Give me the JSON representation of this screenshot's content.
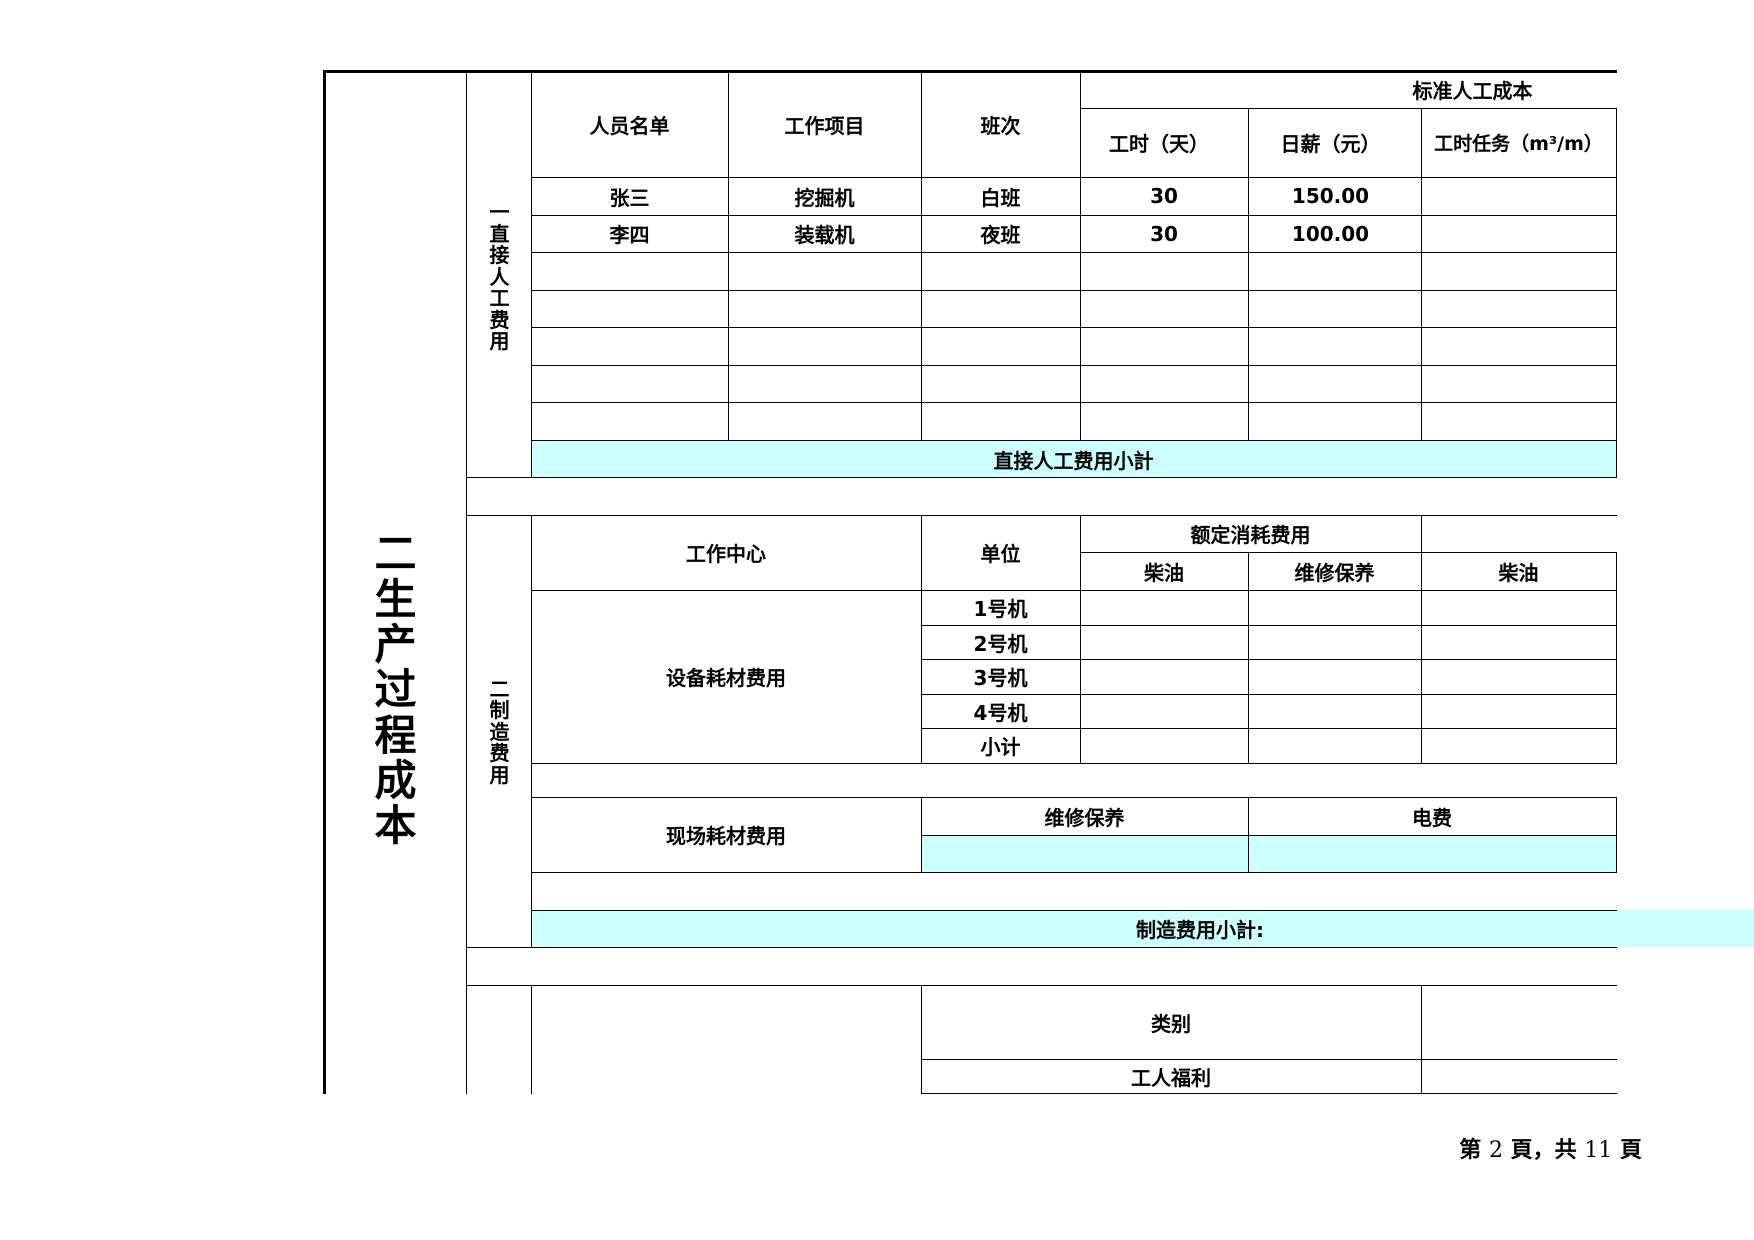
{
  "section": {
    "title_chars": [
      "二",
      "生",
      "产",
      "过",
      "程",
      "成",
      "本"
    ]
  },
  "labor": {
    "label_chars": [
      "一",
      "直",
      "接",
      "人",
      "工",
      "费",
      "用"
    ],
    "group_header": "标准人工成本",
    "headers": {
      "name": "人员名单",
      "project": "工作项目",
      "shift": "班次",
      "hours": "工时（天）",
      "wage": "日薪（元）",
      "task": "工时任务（m³/m）"
    },
    "rows": [
      {
        "name": "张三",
        "project": "挖掘机",
        "shift": "白班",
        "hours": "30",
        "wage": "150.00"
      },
      {
        "name": "李四",
        "project": "装载机",
        "shift": "夜班",
        "hours": "30",
        "wage": "100.00"
      }
    ],
    "subtotal_label": "直接人工费用小計"
  },
  "manufacturing": {
    "label_chars": [
      "二",
      "制",
      "造",
      "费",
      "用"
    ],
    "work_center": "工作中心",
    "unit": "单位",
    "quota_header": "额定消耗费用",
    "sub_headers": [
      "柴油",
      "维修保养",
      "柴油"
    ],
    "equipment_label": "设备耗材费用",
    "units": [
      "1号机",
      "2号机",
      "3号机",
      "4号机",
      "小计"
    ],
    "site_label": "现场耗材费用",
    "site_headers": [
      "维修保养",
      "电费"
    ],
    "subtotal_label": "制造费用小計:"
  },
  "other": {
    "category": "类别",
    "welfare": "工人福利"
  },
  "footer": {
    "prefix": "第",
    "page": "2",
    "middle": "頁，共",
    "total": "11",
    "suffix": "頁"
  }
}
